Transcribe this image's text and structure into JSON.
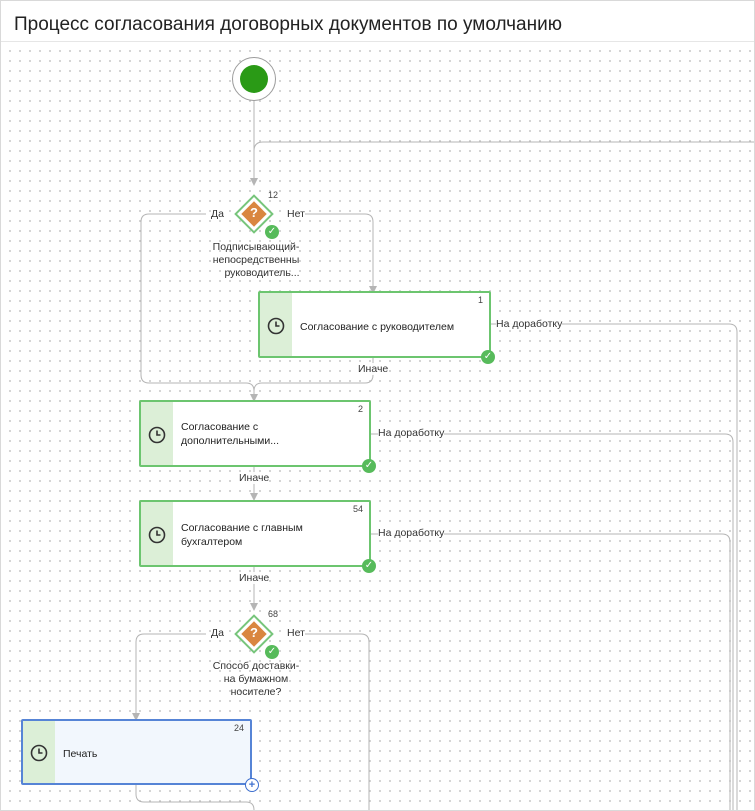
{
  "title": "Процесс согласования договорных документов по умолчанию",
  "gateways": [
    {
      "number": "12",
      "yes_label": "Да",
      "no_label": "Нет",
      "caption": [
        "Подписывающий-",
        "непосредственны",
        "руководитель..."
      ]
    },
    {
      "number": "68",
      "yes_label": "Да",
      "no_label": "Нет",
      "caption": [
        "Способ доставки-",
        "на бумажном",
        "носителе?"
      ]
    }
  ],
  "tasks": [
    {
      "number": "1",
      "label": "Согласование с руководителем",
      "return_label": "На доработку",
      "else_label": "Иначе"
    },
    {
      "number": "2",
      "label": "Согласование с дополнительными...",
      "return_label": "На доработку",
      "else_label": "Иначе"
    },
    {
      "number": "54",
      "label": "Согласование с главным бухгалтером",
      "return_label": "На доработку",
      "else_label": "Иначе"
    },
    {
      "number": "24",
      "label": "Печать"
    }
  ],
  "icons": {
    "start": "start-event-icon",
    "gateway": "question-icon",
    "task": "clock-icon",
    "completed": "check-icon",
    "add": "plus-icon"
  },
  "colors": {
    "start": "#2a9a16",
    "gateway": "#d98640",
    "task_border": "#6cc56f",
    "task_strip": "#dcefd7",
    "selected_border": "#5684d6",
    "connector": "#b5b5b5"
  }
}
